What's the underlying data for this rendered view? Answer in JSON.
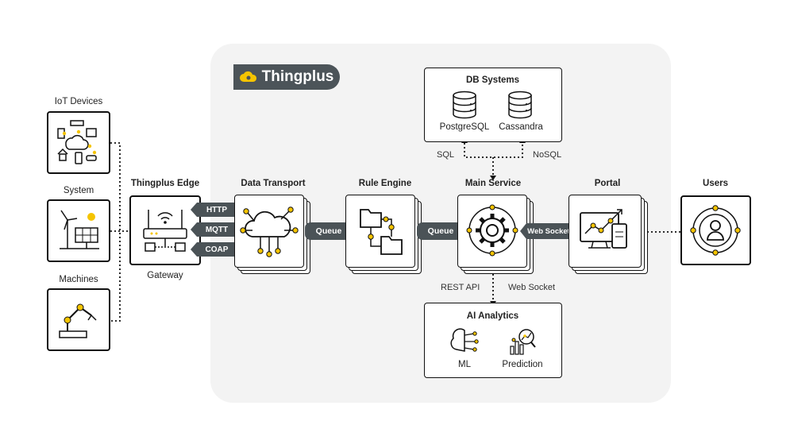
{
  "brand": {
    "name": "Thingplus"
  },
  "devices": {
    "iot": "IoT Devices",
    "system": "System",
    "machines": "Machines"
  },
  "edge": {
    "title": "Thingplus Edge",
    "caption": "Gateway"
  },
  "protocols": [
    "HTTP",
    "MQTT",
    "COAP"
  ],
  "transport": {
    "title": "Data Transport"
  },
  "queue1": "Queue",
  "rule": {
    "title": "Rule Engine"
  },
  "queue2": "Queue",
  "main": {
    "title": "Main Service"
  },
  "websocket_tag": "Web Socket",
  "portal": {
    "title": "Portal"
  },
  "users": {
    "title": "Users"
  },
  "db": {
    "title": "DB Systems",
    "left": "PostgreSQL",
    "right": "Cassandra",
    "sql": "SQL",
    "nosql": "NoSQL"
  },
  "ai": {
    "title": "AI Analytics",
    "left": "ML",
    "right": "Prediction",
    "rest": "REST API",
    "ws": "Web Socket"
  },
  "colors": {
    "accent": "#f5c400",
    "dark": "#4b5357",
    "panel": "#f3f3f3"
  }
}
